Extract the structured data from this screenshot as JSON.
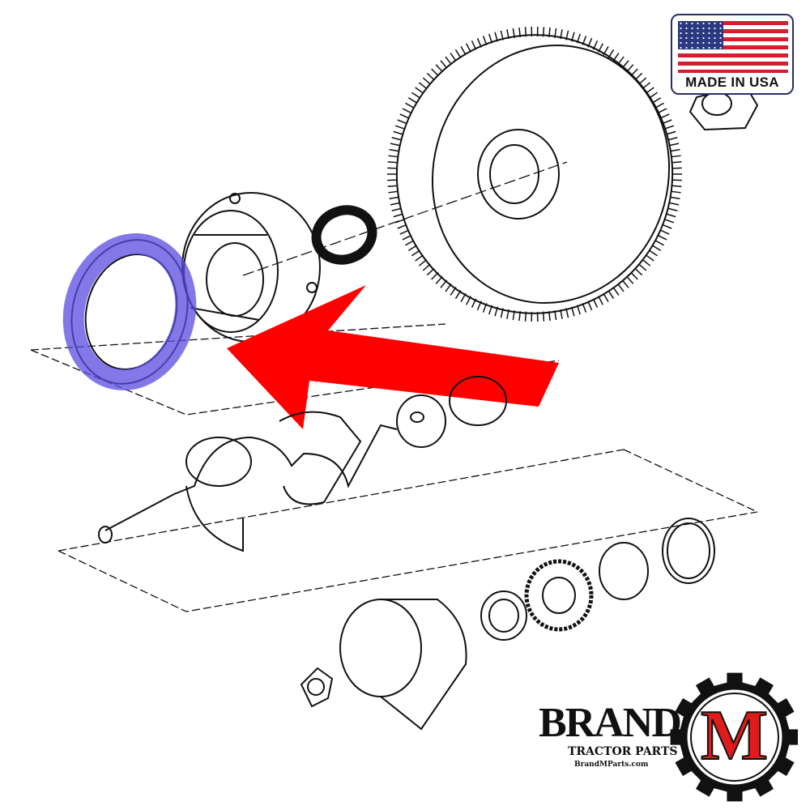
{
  "badge": {
    "text": "MADE IN USA",
    "colors": {
      "red": "#d3202f",
      "blue": "#2b3a80"
    }
  },
  "logo": {
    "brand": "BRAND",
    "letter": "M",
    "tagline": "TRACTOR PARTS",
    "url": "BrandMParts.com",
    "accent": "#e01b1b"
  },
  "annotations": {
    "arrow_color": "#ff0000",
    "highlight_color": "#5a4be0",
    "highlighted_part": "gasket"
  }
}
